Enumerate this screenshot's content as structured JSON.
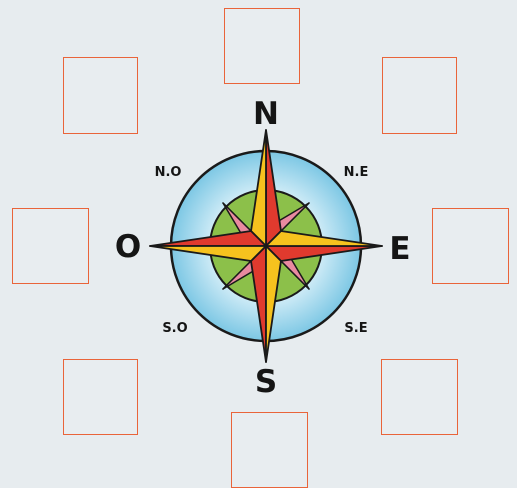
{
  "compass": {
    "north": "N",
    "south": "S",
    "east": "E",
    "west": "O",
    "northeast": "N.E",
    "northwest": "N.O",
    "southeast": "S.E",
    "southwest": "S.O"
  },
  "answer_boxes": [
    "",
    "",
    "",
    "",
    "",
    "",
    "",
    ""
  ],
  "colors": {
    "box_border": "#e9643a",
    "outer_ring": "#8fd0e8",
    "inner_ring": "#8cc04a",
    "star_red": "#e03a2e",
    "star_yellow": "#f6c21e",
    "diagonal_pink": "#d94a6a"
  }
}
